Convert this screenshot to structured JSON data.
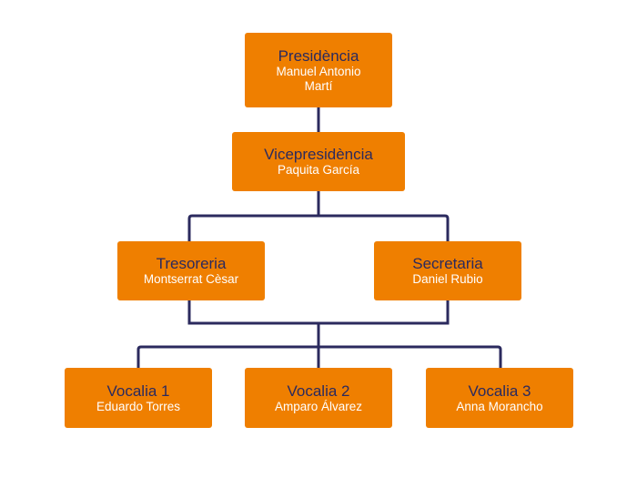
{
  "colors": {
    "box": "#ef7f00",
    "connector": "#2b2a5e",
    "role_text": "#2b2a5e",
    "name_text": "#ffffff"
  },
  "nodes": [
    {
      "role": "Presidència",
      "name_line1": "Manuel Antonio",
      "name_line2": "Martí"
    },
    {
      "role": "Vicepresidència",
      "name": "Paquita García"
    },
    {
      "role": "Tresoreria",
      "name": "Montserrat Cèsar"
    },
    {
      "role": "Secretaria",
      "name": "Daniel Rubio"
    },
    {
      "role": "Vocalia 1",
      "name": "Eduardo Torres"
    },
    {
      "role": "Vocalia 2",
      "name": "Amparo Álvarez"
    },
    {
      "role": "Vocalia 3",
      "name": "Anna Morancho"
    }
  ]
}
